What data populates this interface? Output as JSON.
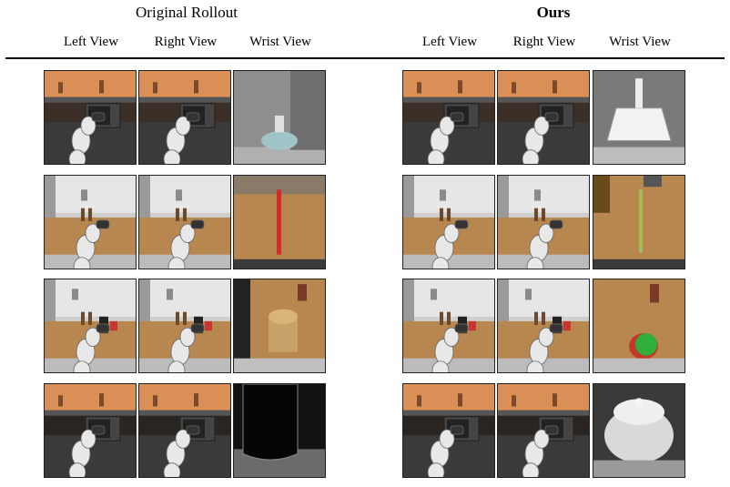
{
  "groups": [
    {
      "title": "Original Rollout",
      "bold": false
    },
    {
      "title": "Ours",
      "bold": true
    }
  ],
  "columns": [
    "Left View",
    "Right  View",
    "Wrist View"
  ],
  "columns_right": [
    "Left View",
    "Right  View",
    "Wrist View"
  ],
  "rows": [
    {
      "scene": "kitchen-microwave",
      "orig_wrist": "faucet-gray",
      "ours_wrist": "dispenser-white"
    },
    {
      "scene": "kitchen-counter",
      "orig_wrist": "straw-red",
      "ours_wrist": "straw-green"
    },
    {
      "scene": "kitchen-coffee",
      "orig_wrist": "cup-tan",
      "ours_wrist": "button-green"
    },
    {
      "scene": "kitchen-microwave-dark",
      "orig_wrist": "black-cylinder",
      "ours_wrist": "white-pot"
    }
  ],
  "colors": {
    "wall_orange": "#d98f56",
    "counter_dark": "#3a3a3a",
    "cabinet_white": "#d9d9d9",
    "wood_floor": "#b8874f",
    "robot_white": "#e8e8e8",
    "straw_red": "#d62a2a",
    "straw_green": "#9fbf5a",
    "button_green": "#2fae3a"
  }
}
